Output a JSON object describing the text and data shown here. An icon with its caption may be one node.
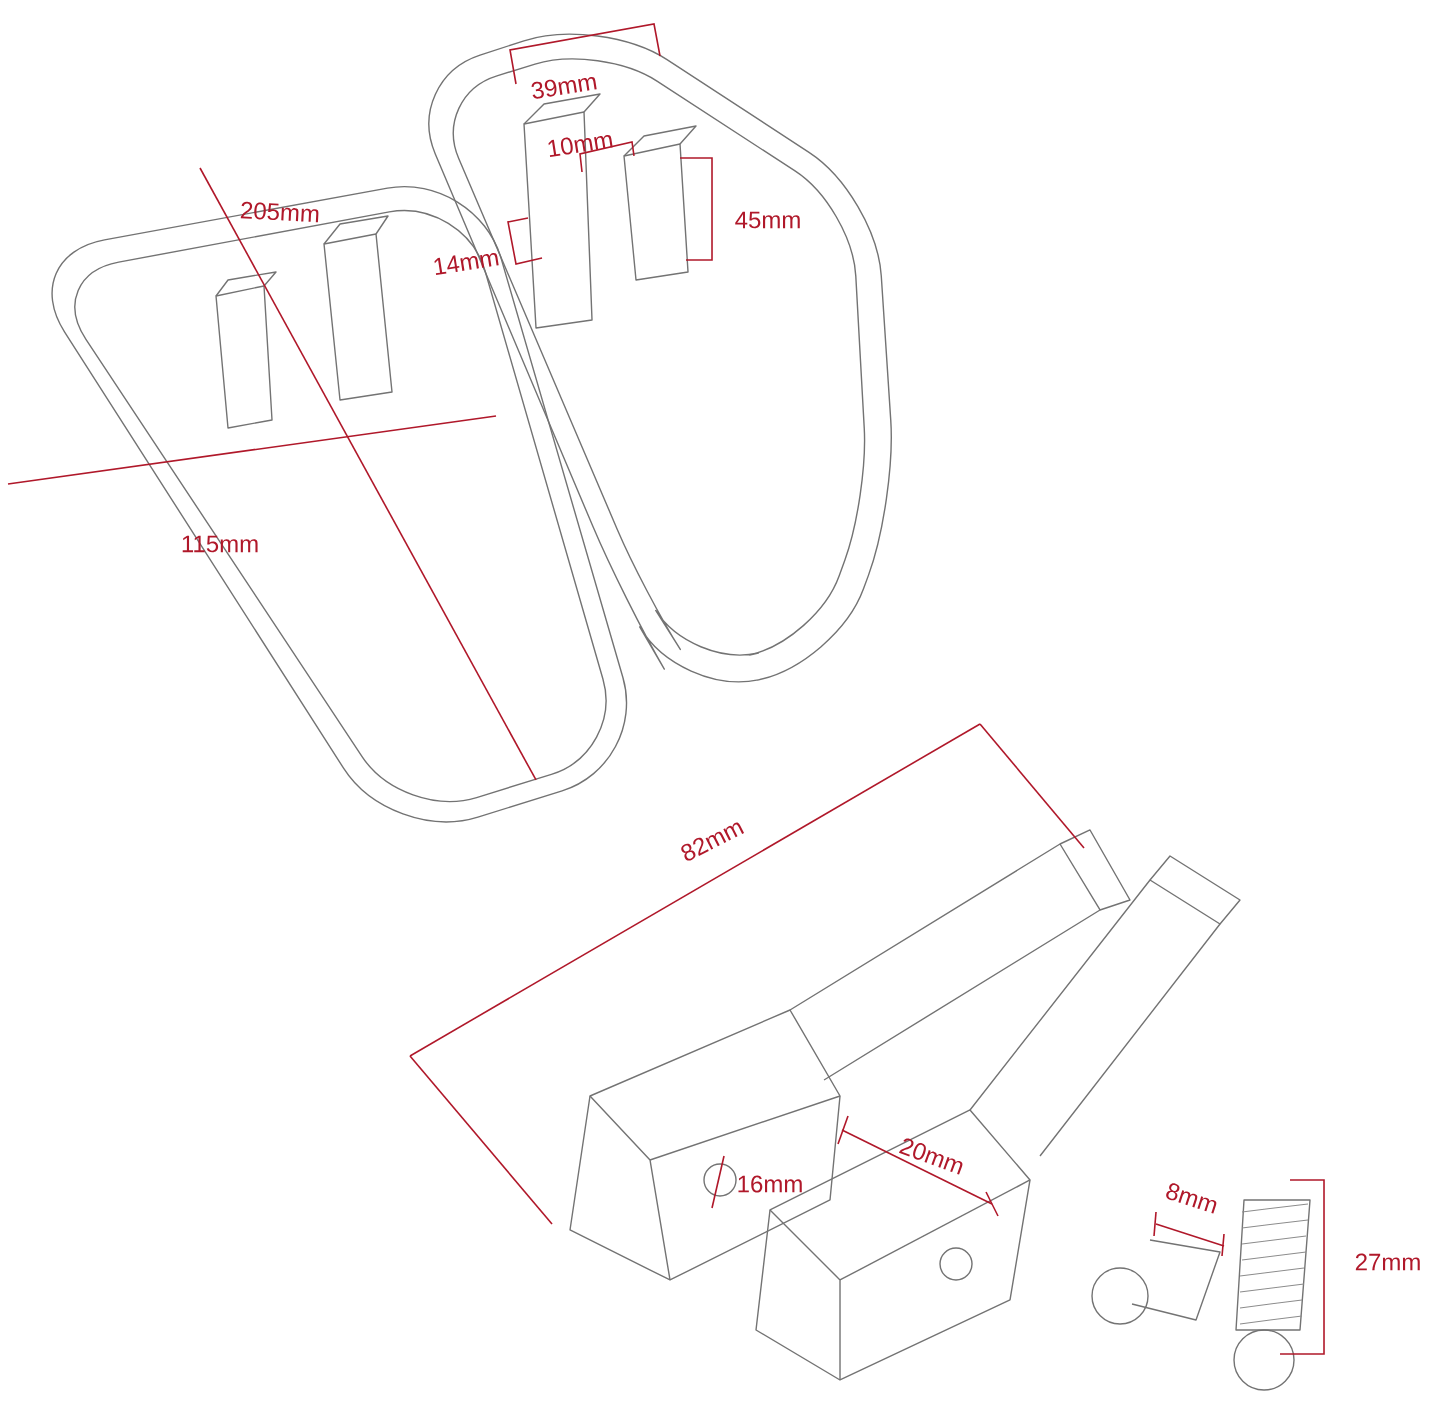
{
  "diagram": {
    "labels": [
      "205mm",
      "39mm",
      "10mm",
      "45mm",
      "14mm",
      "115mm",
      "82mm",
      "20mm",
      "16mm",
      "8mm",
      "27mm"
    ]
  }
}
